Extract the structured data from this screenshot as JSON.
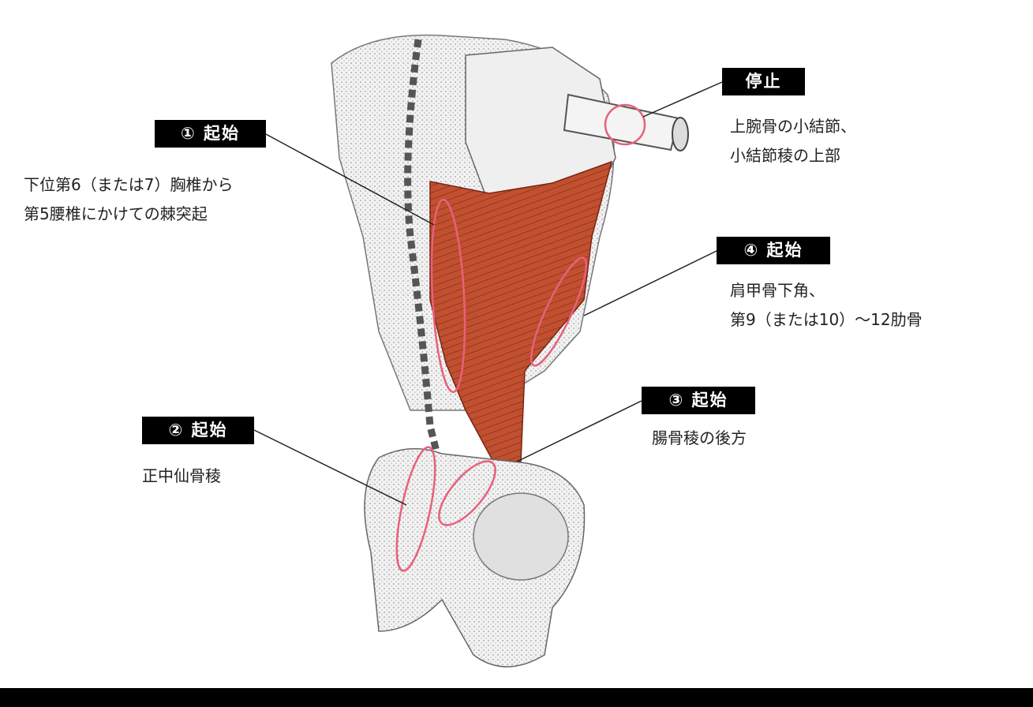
{
  "labels": {
    "insertion": {
      "tag": "停止",
      "lines": [
        "上腕骨の小結節、",
        "小結節稜の上部"
      ]
    },
    "origin1": {
      "tag": "① 起始",
      "lines": [
        "下位第6（または7）胸椎から",
        "第5腰椎にかけての棘突起"
      ]
    },
    "origin2": {
      "tag": "② 起始",
      "lines": [
        "正中仙骨稜"
      ]
    },
    "origin3": {
      "tag": "③ 起始",
      "lines": [
        "腸骨稜の後方"
      ]
    },
    "origin4": {
      "tag": "④ 起始",
      "lines": [
        "肩甲骨下角、",
        "第9（または10）～12肋骨"
      ]
    }
  },
  "colors": {
    "muscle": "#b5452c",
    "highlight": "#e8607a",
    "bone": "#e6e6e6",
    "tag_bg": "#000000"
  }
}
